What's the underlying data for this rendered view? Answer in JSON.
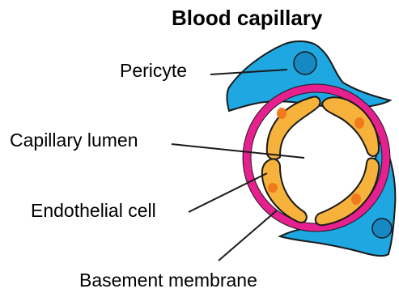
{
  "title": "Blood capillary",
  "labels": {
    "pericyte": "Pericyte",
    "capillary_lumen": "Capillary lumen",
    "endothelial_cell": "Endothelial cell",
    "basement_membrane": "Basement membrane"
  },
  "colors": {
    "pericyte_fill": "#1ea7e0",
    "pericyte_nucleus": "#1689c4",
    "basement_membrane": "#e6208e",
    "endothelial_fill": "#f7b23b",
    "endothelial_nucleus": "#f07a1c",
    "outline": "#1a1a1a"
  }
}
